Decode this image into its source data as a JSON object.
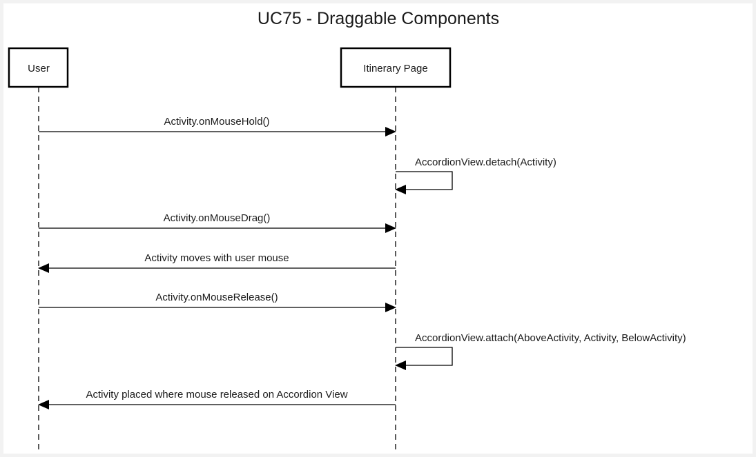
{
  "diagram": {
    "title": "UC75 - Draggable Components",
    "participants": [
      {
        "id": "user",
        "label": "User"
      },
      {
        "id": "itinerary",
        "label": "Itinerary Page"
      }
    ],
    "messages": [
      {
        "label": "Activity.onMouseHold()",
        "from": "user",
        "to": "itinerary"
      },
      {
        "label": "AccordionView.detach(Activity)",
        "from": "itinerary",
        "to": "itinerary"
      },
      {
        "label": "Activity.onMouseDrag()",
        "from": "user",
        "to": "itinerary"
      },
      {
        "label": "Activity moves with user mouse",
        "from": "itinerary",
        "to": "user"
      },
      {
        "label": "Activity.onMouseRelease()",
        "from": "user",
        "to": "itinerary"
      },
      {
        "label": "AccordionView.attach(AboveActivity, Activity, BelowActivity)",
        "from": "itinerary",
        "to": "itinerary"
      },
      {
        "label": "Activity placed where mouse released on Accordion View",
        "from": "itinerary",
        "to": "user"
      }
    ]
  }
}
